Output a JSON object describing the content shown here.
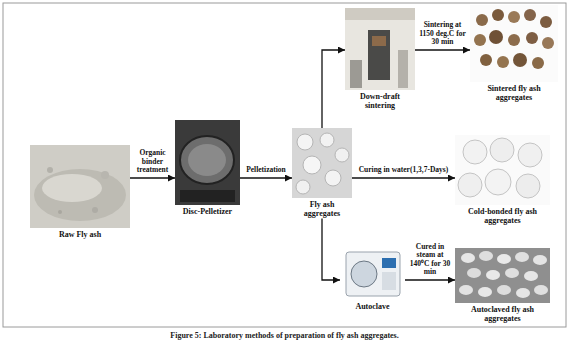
{
  "diagram": {
    "caption": "Figure 5: Laboratory methods of preparation of fly ash aggregates.",
    "nodes": [
      {
        "text": [
          "Raw Fly ash"
        ]
      },
      {
        "text": [
          "Disc-Pelletizer"
        ]
      },
      {
        "text": [
          "Fly ash aggregates"
        ]
      },
      {
        "text": [
          "Down-draft sintering"
        ]
      },
      {
        "text": [
          "Sintered fly ash aggregates"
        ]
      },
      {
        "text": [
          "Cold-bonded fly ash aggregates"
        ]
      },
      {
        "text": [
          "Autoclave"
        ]
      },
      {
        "text": [
          "Autoclaved fly ash aggregates"
        ]
      }
    ],
    "edges": [
      {
        "from": 0,
        "to": 1,
        "arrow": "to",
        "label": "Organic binder treatment"
      },
      {
        "from": 1,
        "to": 2,
        "arrow": "to",
        "label": "Pelletization"
      },
      {
        "from": 2,
        "to": 3,
        "arrow": "to"
      },
      {
        "from": 3,
        "to": 4,
        "arrow": "to",
        "label": "Sintering at 1150 deg.C for 30 min"
      },
      {
        "from": 2,
        "to": 5,
        "arrow": "to",
        "label": "Curing in water(1,3,7-Days)"
      },
      {
        "from": 2,
        "to": 6,
        "arrow": "to"
      },
      {
        "from": 6,
        "to": 7,
        "arrow": "to",
        "label": "Cured in steam at 140⁰C for 30 min"
      }
    ]
  }
}
